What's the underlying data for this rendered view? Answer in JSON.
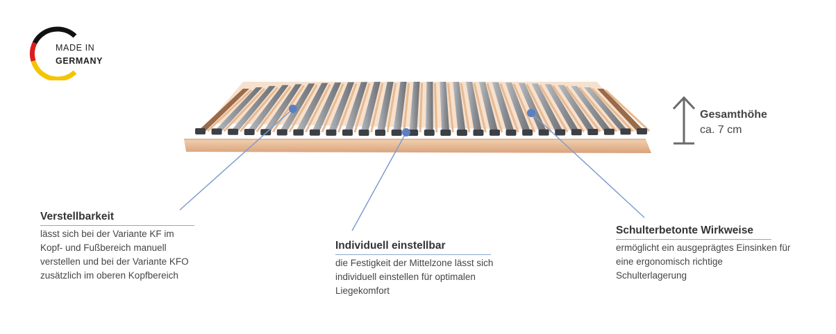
{
  "badge": {
    "line1": "MADE IN",
    "line2": "GERMANY",
    "icon": "germany-flag-arc-icon"
  },
  "height": {
    "title": "Gesamthöhe",
    "value": "ca. 7 cm",
    "icon": "arrow-up-icon"
  },
  "callouts": [
    {
      "title": "Verstellbarkeit",
      "lines": [
        "lässt sich bei der Variante KF im",
        "Kopf- und Fußbereich manuell",
        "verstellen und bei der Variante KFO",
        "zusätzlich im oberen Kopfbereich"
      ]
    },
    {
      "title": "Individuell einstellbar",
      "lines": [
        "die Festigkeit der Mittelzone lässt sich",
        "individuell einstellen für optimalen",
        "Liegekomfort"
      ]
    },
    {
      "title": "Schulterbetonte Wirkweise",
      "lines": [
        "ermöglicht ein ausgeprägtes Einsinken für",
        "eine ergonomisch richtige",
        "Schulterlagerung"
      ]
    }
  ],
  "colors": {
    "accent": "#5b7fc2",
    "leader": "#7f9ccf",
    "flag_black": "#111111",
    "flag_red": "#dd1c1c",
    "flag_gold": "#f5c400"
  }
}
